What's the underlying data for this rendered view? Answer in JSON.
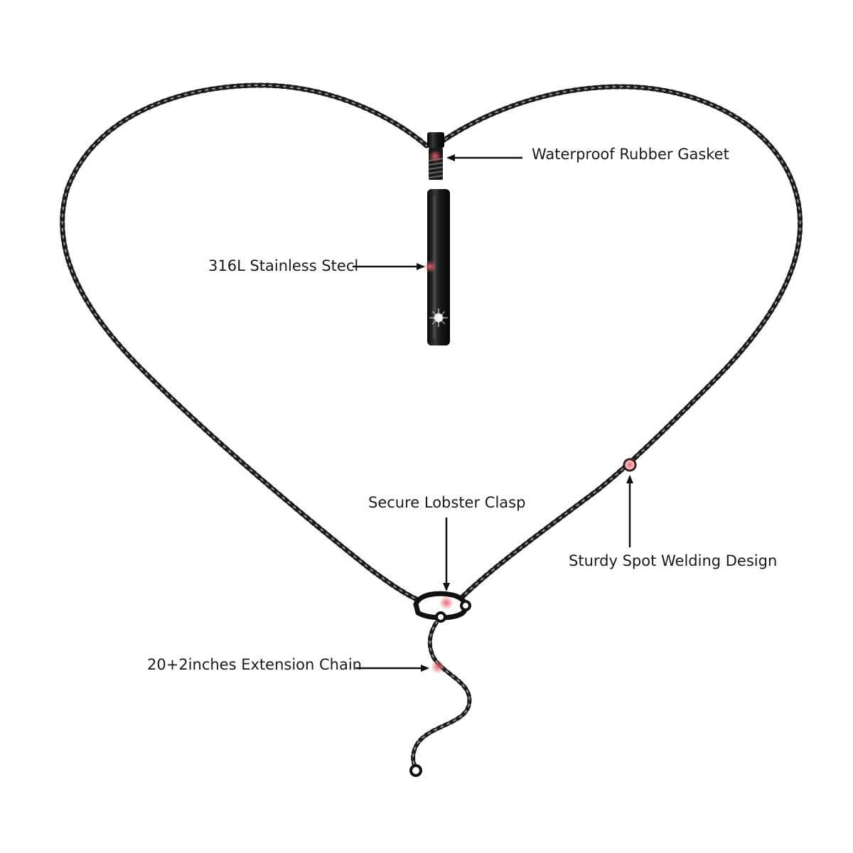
{
  "labels": {
    "gasket": "Waterproof Rubber Gasket",
    "steel": "316L Stainless Stecl",
    "clasp": "Secure Lobster Clasp",
    "welding": "Sturdy Spot Welding Design",
    "extension": "20+2inches Extension Chain"
  },
  "colors": {
    "chain": "#1c1c1c",
    "chain_highlight": "#8a8a8a",
    "pendant": "#141414",
    "marker": "#e8606c",
    "arrow": "#111111",
    "text": "#1a1a1a"
  },
  "icons": {
    "pendant": "cylinder-urn-pendant",
    "clasp": "lobster-clasp",
    "gem": "crystal-gem"
  }
}
